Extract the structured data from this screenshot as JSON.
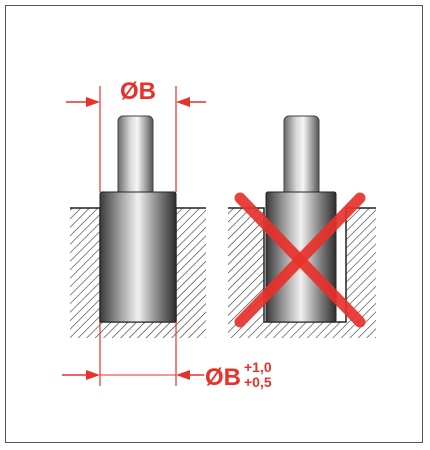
{
  "labels": {
    "top_dimension": "ØB",
    "bottom_dimension": "ØB",
    "tolerance_upper": "+1,0",
    "tolerance_lower": "+0,5"
  },
  "colors": {
    "accent": "#e8312b",
    "frame": "#555555",
    "hatch": "#333333"
  }
}
